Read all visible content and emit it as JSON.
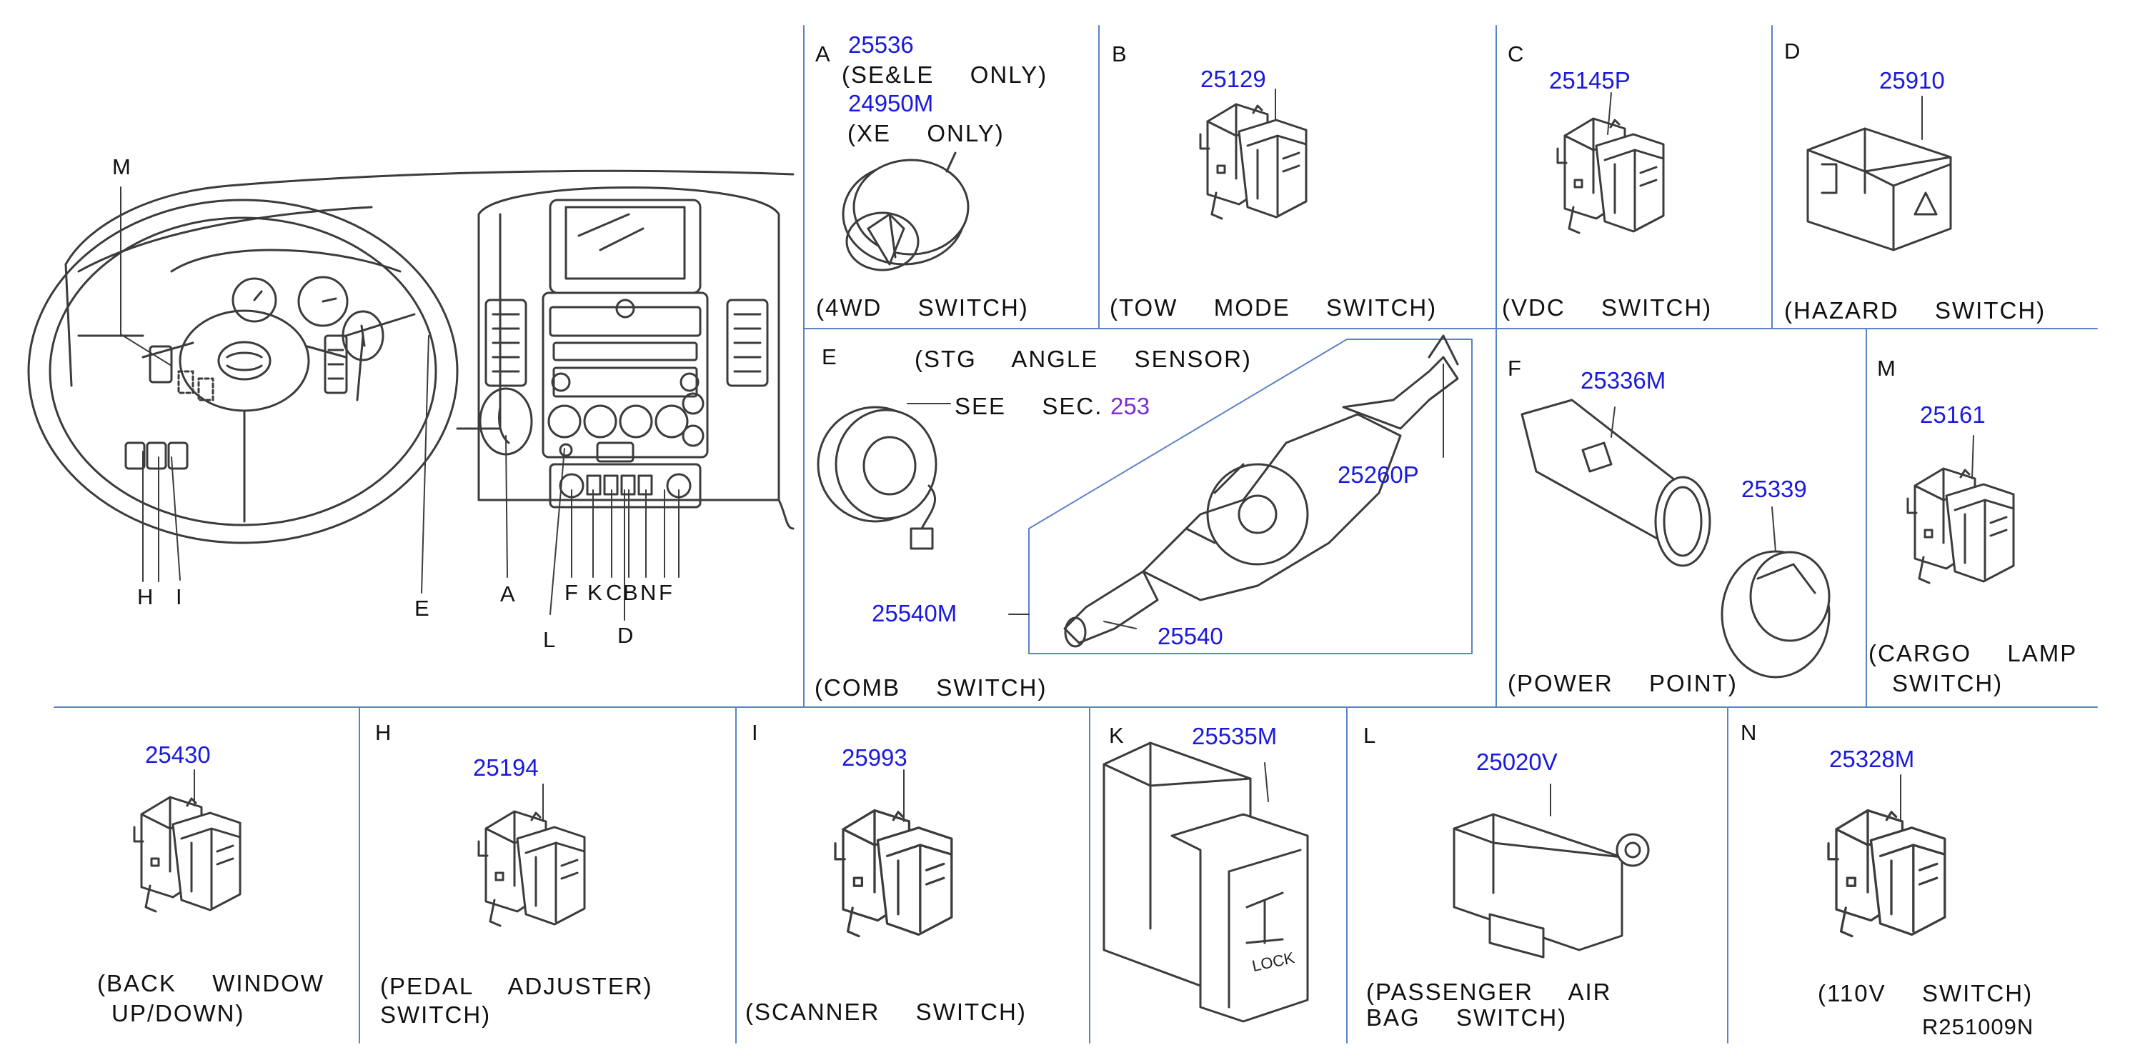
{
  "colors": {
    "part_number": "#1a1adc",
    "section_ref": "#7a2fd6",
    "line": "#3c3c3c",
    "divider": "#5b82c8"
  },
  "dash_callouts": [
    "M",
    "H",
    "I",
    "E",
    "A",
    "F",
    "K",
    "C",
    "B",
    "N",
    "F",
    "L",
    "D"
  ],
  "panels": {
    "A": {
      "letter": "A",
      "parts": [
        "25536",
        "24950M"
      ],
      "notes": [
        "(SE&LE  ONLY)",
        "(XE  ONLY)"
      ],
      "caption": "(4WD  SWITCH)"
    },
    "B": {
      "letter": "B",
      "part": "25129",
      "caption": "(TOW  MODE  SWITCH)"
    },
    "C": {
      "letter": "C",
      "part": "25145P",
      "caption": "(VDC  SWITCH)"
    },
    "D": {
      "letter": "D",
      "part": "25910",
      "caption": "(HAZARD  SWITCH)"
    },
    "E": {
      "letter": "E",
      "sensor_caption": "(STG  ANGLE  SENSOR)",
      "see_label": "SEE  SEC.",
      "see_ref": "253",
      "parts": [
        "25260P",
        "25540M",
        "25540"
      ],
      "caption": "(COMB  SWITCH)"
    },
    "F": {
      "letter": "F",
      "parts": [
        "25336M",
        "25339"
      ],
      "caption": "(POWER  POINT)"
    },
    "M": {
      "letter": "M",
      "part": "25161",
      "caption_lines": [
        "(CARGO  LAMP",
        "SWITCH)"
      ]
    },
    "G": {
      "part": "25430",
      "caption_lines": [
        "(BACK  WINDOW",
        "UP/DOWN)"
      ]
    },
    "H": {
      "letter": "H",
      "part": "25194",
      "caption_lines": [
        "(PEDAL  ADJUSTER)",
        "SWITCH)"
      ]
    },
    "I": {
      "letter": "I",
      "part": "25993",
      "caption": "(SCANNER  SWITCH)"
    },
    "K": {
      "letter": "K",
      "part": "25535M",
      "lock_text": "LOCK"
    },
    "L": {
      "letter": "L",
      "part": "25020V",
      "caption_lines": [
        "(PASSENGER  AIR",
        "BAG  SWITCH)"
      ]
    },
    "N": {
      "letter": "N",
      "part": "25328M",
      "caption": "(110V  SWITCH)"
    }
  },
  "drawing_code": "R251009N"
}
